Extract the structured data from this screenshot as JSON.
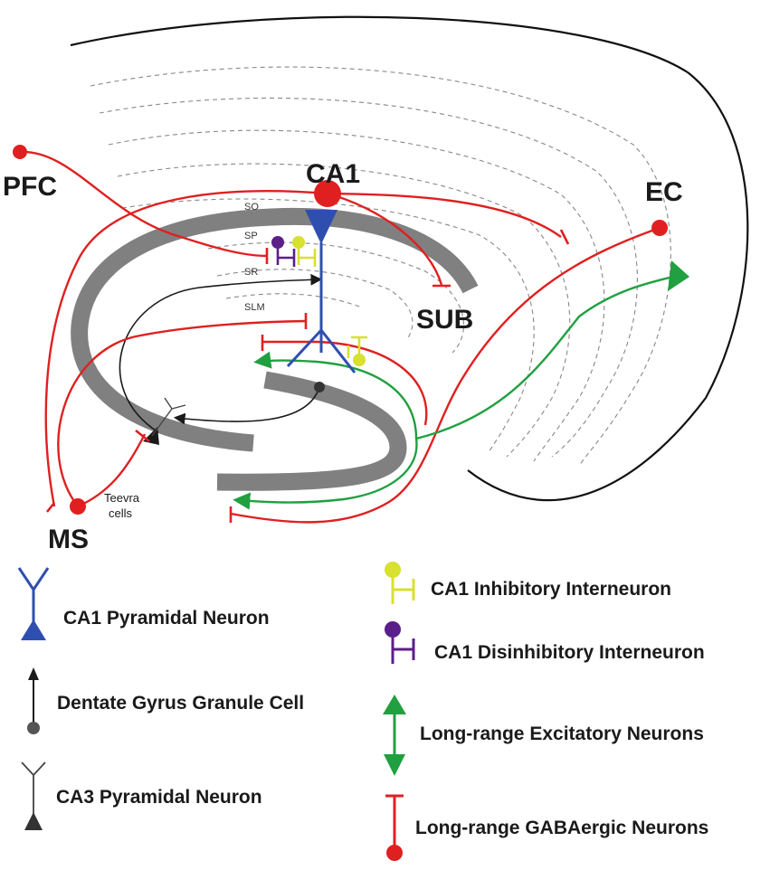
{
  "regions": {
    "pfc": "PFC",
    "ca1": "CA1",
    "ec": "EC",
    "sub": "SUB",
    "ms": "MS"
  },
  "layers": {
    "so": "SO",
    "sp": "SP",
    "sr": "SR",
    "slm": "SLM"
  },
  "annotations": {
    "teevra_line1": "Teevra",
    "teevra_line2": "cells"
  },
  "colors": {
    "red": "#e02020",
    "blue": "#2f4fb0",
    "yellow": "#d8e030",
    "purple": "#5a1f8a",
    "green": "#20a040",
    "gray": "#808080",
    "black": "#1a1a1a"
  },
  "legend": {
    "ca1_pyramidal": "CA1 Pyramidal Neuron",
    "dg_granule": "Dentate Gyrus Granule Cell",
    "ca3_pyramidal": "CA3 Pyramidal Neuron",
    "ca1_inhibitory": "CA1 Inhibitory Interneuron",
    "ca1_disinhibitory": "CA1 Disinhibitory Interneuron",
    "long_range_excitatory": "Long-range Excitatory Neurons",
    "long_range_gabaergic": "Long-range GABAergic Neurons"
  }
}
